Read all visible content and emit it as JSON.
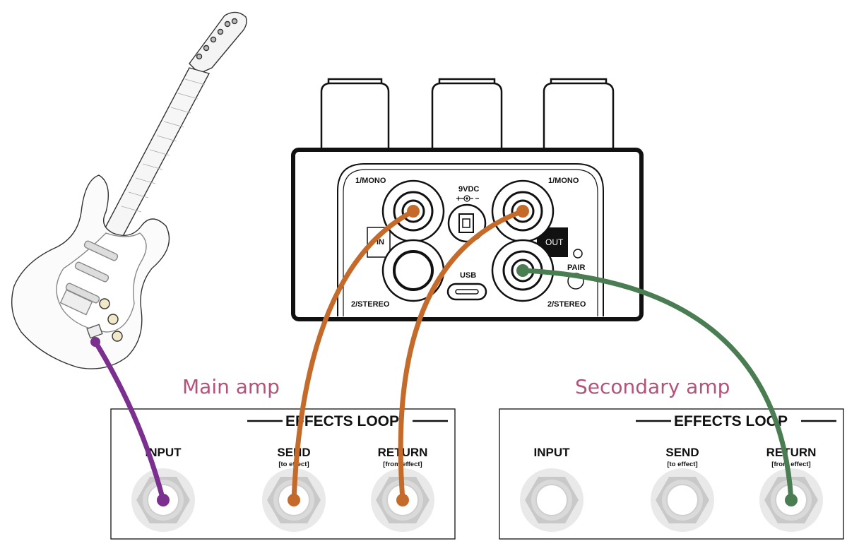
{
  "pedal": {
    "left_top_label": "1/MONO",
    "left_bottom_label": "2/STEREO",
    "right_top_label": "1/MONO",
    "right_bottom_label": "2/STEREO",
    "power_label": "9VDC",
    "usb_label": "USB",
    "in_label": "IN",
    "out_label": "OUT",
    "pair_label": "PAIR"
  },
  "amps": [
    {
      "title": "Main amp",
      "loop_label": "EFFECTS LOOP",
      "input_label": "INPUT",
      "send_label": "SEND",
      "send_sub": "[to effect]",
      "return_label": "RETURN",
      "return_sub": "[from effect]"
    },
    {
      "title": "Secondary amp",
      "loop_label": "EFFECTS LOOP",
      "input_label": "INPUT",
      "send_label": "SEND",
      "send_sub": "[to effect]",
      "return_label": "RETURN",
      "return_sub": "[from effect]"
    }
  ],
  "cables": [
    {
      "name": "guitar-to-main-input",
      "color": "#7b2f8e"
    },
    {
      "name": "main-send-to-pedal-input",
      "color": "#c46a2a"
    },
    {
      "name": "pedal-output-to-main-return",
      "color": "#c46a2a"
    },
    {
      "name": "pedal-output2-to-secondary-return",
      "color": "#4a7d52"
    }
  ],
  "colors": {
    "amp_title": "#b5527a",
    "outline": "#111111",
    "jack_ring": "#e6e6e6"
  }
}
